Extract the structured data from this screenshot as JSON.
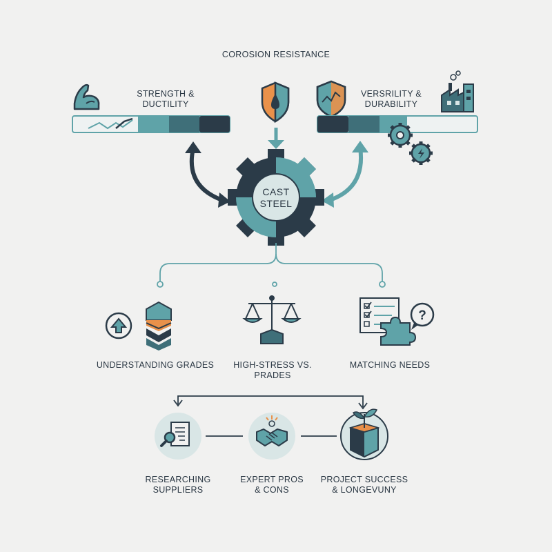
{
  "top": {
    "corrosion": "COROSION RESISTANCE",
    "strength_line1": "STRENGTH &",
    "strength_line2": "DUCTILITY",
    "versatility_line1": "VERSRILITY &",
    "versatility_line2": "DURABILITY"
  },
  "center": {
    "line1": "CAST",
    "line2": "STEEL"
  },
  "middle_row": {
    "grades": "UNDERSTANDING GRADES",
    "stress_line1": "HIGH-STRESS vs.",
    "stress_line2": "PRADES",
    "needs": "MATCHING NEEDS"
  },
  "bottom_row": {
    "research_line1": "RESEARCHING",
    "research_line2": "SUPPLIERS",
    "expert_line1": "EXPERT PROS",
    "expert_line2": "& CONS",
    "success_line1": "PROJECT SUCCESS",
    "success_line2": "& LONGEVUNY"
  },
  "colors": {
    "dark": "#2b3b48",
    "teal": "#5fa3a8",
    "light_teal": "#d9e6e6",
    "orange": "#e9914a",
    "background": "#f1f1f0"
  },
  "icons": [
    "arm-muscle-icon",
    "shield-drop-icon",
    "shield-chart-icon",
    "factory-icon",
    "gears-icon",
    "up-arrow-circle-icon",
    "layer-stack-icon",
    "balance-scale-icon",
    "checklist-icon",
    "puzzle-icon",
    "question-bubble-icon",
    "document-search-icon",
    "handshake-icon",
    "growing-cube-icon"
  ]
}
